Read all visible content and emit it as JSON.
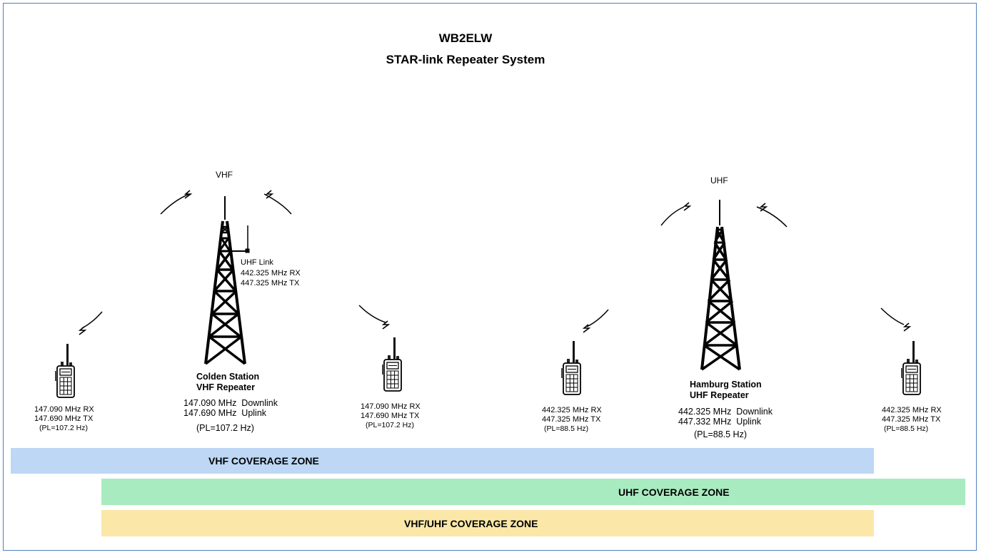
{
  "title": "WB2ELW",
  "subtitle": "STAR-link Repeater System",
  "colors": {
    "vhf_zone": "#bdd7f5",
    "uhf_zone": "#a9ebc0",
    "both_zone": "#fbe8a8",
    "frame": "#4f81bd"
  },
  "towers": {
    "vhf": {
      "band": "VHF",
      "station": "Colden Station",
      "type": "VHF Repeater",
      "downlink": "147.090 MHz  Downlink",
      "uplink": "147.690 MHz  Uplink",
      "pl": "(PL=107.2 Hz)",
      "link": {
        "label": "UHF Link",
        "rx": "442.325 MHz RX",
        "tx": "447.325 MHz TX"
      }
    },
    "uhf": {
      "band": "UHF",
      "station": "Hamburg Station",
      "type": "UHF Repeater",
      "downlink": "442.325 MHz  Downlink",
      "uplink": "447.332 MHz  Uplink",
      "pl": "(PL=88.5 Hz)"
    }
  },
  "radios": [
    {
      "rx": "147.090 MHz RX",
      "tx": "147.690 MHz TX",
      "pl": "(PL=107.2 Hz)"
    },
    {
      "rx": "147.090 MHz RX",
      "tx": "147.690 MHz TX",
      "pl": "(PL=107.2 Hz)"
    },
    {
      "rx": "442.325 MHz RX",
      "tx": "447.325 MHz TX",
      "pl": "(PL=88.5 Hz)"
    },
    {
      "rx": "442.325 MHz RX",
      "tx": "447.325 MHz TX",
      "pl": "(PL=88.5 Hz)"
    }
  ],
  "zones": {
    "vhf": "VHF COVERAGE ZONE",
    "uhf": "UHF COVERAGE ZONE",
    "both": "VHF/UHF COVERAGE ZONE"
  }
}
